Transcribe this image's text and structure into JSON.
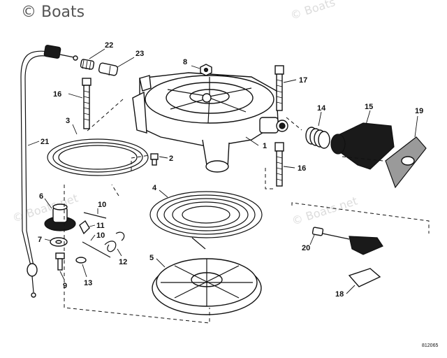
{
  "watermarks": {
    "top_left": "© Boats",
    "top_right": "© Boats",
    "middle_left": "© Boats.net",
    "middle_right": "© Boats.net"
  },
  "reference_code": "812065",
  "callouts": [
    "1",
    "2",
    "3",
    "4",
    "5",
    "6",
    "7",
    "8",
    "9",
    "10",
    "10",
    "11",
    "12",
    "13",
    "14",
    "15",
    "16",
    "16",
    "17",
    "18",
    "19",
    "20",
    "21",
    "22",
    "23"
  ],
  "colors": {
    "ink": "#111111",
    "watermark": "#d6d6d6",
    "paper": "#ffffff"
  }
}
